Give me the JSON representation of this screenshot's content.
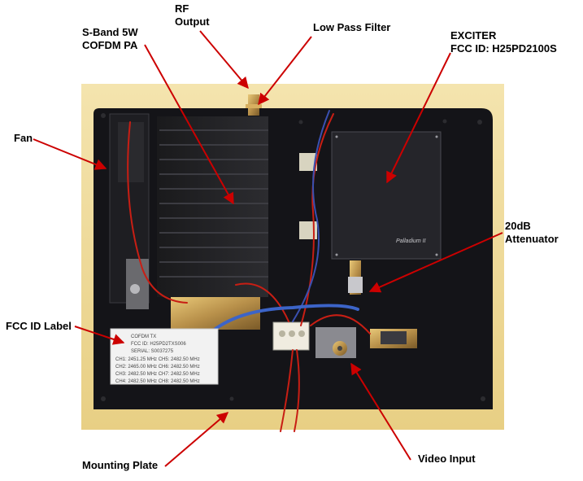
{
  "callouts": {
    "rf_output": "RF\nOutput",
    "pa": "S-Band 5W\nCOFDM PA",
    "low_pass_filter": "Low Pass Filter",
    "exciter": "EXCITER\nFCC ID: H25PD2100S",
    "fan": "Fan",
    "attenuator": "20dB\nAttenuator",
    "fcc_id_label": "FCC ID Label",
    "mounting_plate": "Mounting Plate",
    "video_input": "Video Input"
  },
  "fcc_label": {
    "line1": "COFDM TX",
    "line2": "FCC ID: H25PD2TXS006",
    "line3": "SERIAL: S0037275",
    "line4": "CH1: 2451.25 MHz CH5: 2482.50 MHz",
    "line5": "CH2: 2465.00 MHz CH6: 2482.50 MHz",
    "line6": "CH3: 2482.50 MHz CH7: 2482.50 MHz",
    "line7": "CH4: 2482.50 MHz CH8: 2482.50 MHz"
  },
  "exciter_marking": {
    "brand": "Palladium II"
  },
  "colors": {
    "background": "#ffffff",
    "photo_backdrop": "#f0dc9c",
    "plate": "#141418",
    "arrow": "#cc0000",
    "cable_red": "#c81e14",
    "cable_blue": "#3c64c8"
  }
}
